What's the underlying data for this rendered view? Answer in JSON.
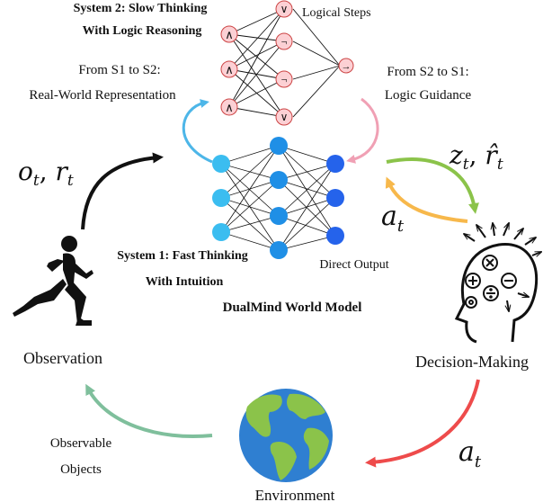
{
  "system2": {
    "title_line1": "System 2: Slow Thinking",
    "title_line2": "With Logic Reasoning",
    "logical_steps_label": "Logical Steps",
    "s1_to_s2_line1": "From S1 to S2:",
    "s1_to_s2_line2": "Real-World Representation",
    "s2_to_s1_line1": "From S2 to S1:",
    "s2_to_s1_line2": "Logic Guidance",
    "node_symbols": [
      "∧",
      "∧",
      "∧",
      "∨",
      "¬",
      "¬",
      "∨"
    ],
    "output_symbol": "→"
  },
  "system1": {
    "title_line1": "System 1: Fast Thinking",
    "title_line2": "With Intuition",
    "direct_output_label": "Direct Output"
  },
  "model_title": "DualMind World Model",
  "observation_label": "Observation",
  "decision_label": "Decision-Making",
  "environment_label": "Environment",
  "observable_line1": "Observable",
  "observable_line2": "Objects",
  "math": {
    "obs_reward": "o",
    "obs_sub": "t",
    "obs_comma": ", ",
    "reward": "r",
    "reward_sub": "t",
    "latent": "z",
    "latent_sub": "t",
    "latent_comma": ", ",
    "reward_hat": "r̂",
    "reward_hat_sub": "t",
    "action_top": "a",
    "action_top_sub": "t",
    "action_bottom": "a",
    "action_bottom_sub": "t"
  },
  "colors": {
    "logic_node": "#fcd0d4",
    "logic_node_stroke": "#c44",
    "nn_input": "#3bbdf0",
    "nn_hidden": "#1f8fe6",
    "nn_output": "#2563eb",
    "arrow_blue": "#4db6e8",
    "arrow_pink": "#f0a0b4",
    "arrow_green": "#8bc34a",
    "arrow_orange": "#f7b84b",
    "arrow_red": "#ee4b4b",
    "arrow_teal": "#7fbf9c",
    "ocean": "#2f7fd1",
    "land": "#8bc34a"
  }
}
